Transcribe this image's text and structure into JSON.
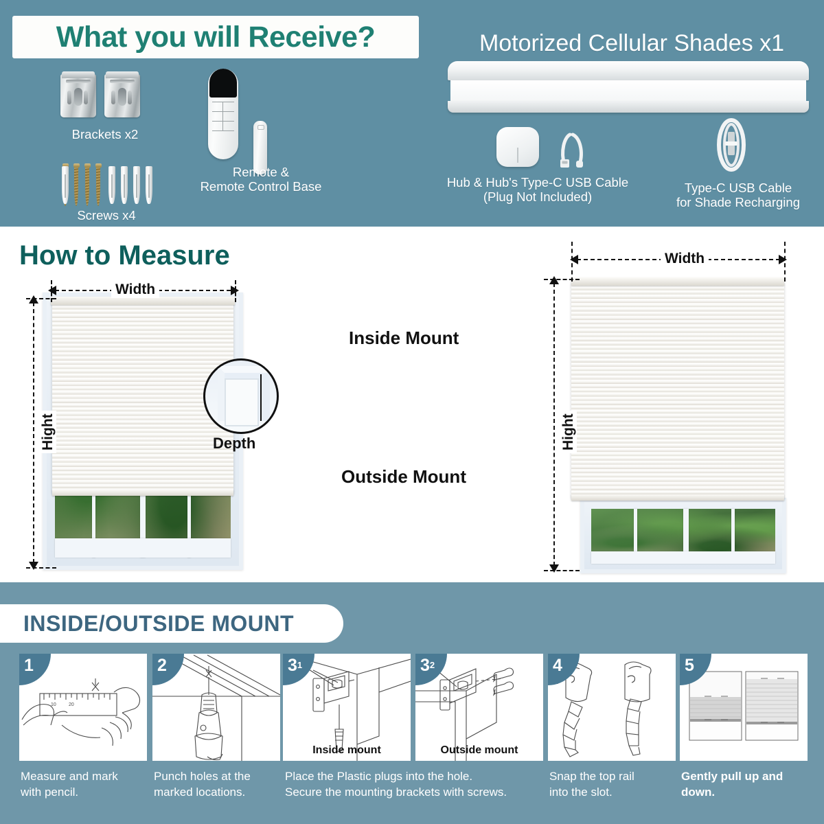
{
  "colors": {
    "teal_bg": "#5f8fa3",
    "steps_bg": "#6f97a9",
    "title_green": "#1f8073",
    "measure_heading": "#0e5f5c",
    "steps_heading": "#3d6680",
    "badge": "#4a7a94",
    "white": "#ffffff"
  },
  "receive": {
    "title": "What you will Receive?",
    "shades_title": "Motorized Cellular Shades x1",
    "items": [
      {
        "key": "brackets",
        "caption": "Brackets x2"
      },
      {
        "key": "screws",
        "caption": "Screws x4"
      },
      {
        "key": "remote",
        "caption": "Remote &\nRemote Control Base"
      },
      {
        "key": "hub",
        "caption": "Hub & Hub's Type-C USB Cable\n(Plug Not Included)"
      },
      {
        "key": "recharge",
        "caption": "Type-C USB Cable\nfor Shade Recharging"
      }
    ],
    "brackets_caption": "Brackets x2",
    "screws_caption": "Screws x4",
    "remote_caption_line1": "Remote &",
    "remote_caption_line2": "Remote Control Base",
    "hub_caption_line1": "Hub & Hub's Type-C USB Cable",
    "hub_caption_line2": "(Plug Not Included)",
    "recharge_caption_line1": "Type-C USB Cable",
    "recharge_caption_line2": "for Shade Recharging"
  },
  "measure": {
    "title": "How to Measure",
    "inside_mount_label": "Inside Mount",
    "outside_mount_label": "Outside Mount",
    "depth_label": "Depth",
    "left_diagram": {
      "width_label": "Width",
      "height_label": "Hight"
    },
    "right_diagram": {
      "width_label": "Width",
      "height_label": "Hight"
    }
  },
  "steps": {
    "title": "INSIDE/OUTSIDE MOUNT",
    "panels": [
      {
        "number": "1",
        "sub": "",
        "inline_label": ""
      },
      {
        "number": "2",
        "sub": "",
        "inline_label": ""
      },
      {
        "number": "3",
        "sub": "1",
        "inline_label": "Inside mount"
      },
      {
        "number": "3",
        "sub": "2",
        "inline_label": "Outside mount"
      },
      {
        "number": "4",
        "sub": "",
        "inline_label": ""
      },
      {
        "number": "5",
        "sub": "",
        "inline_label": ""
      }
    ],
    "captions": [
      {
        "line1": "Measure and mark",
        "line2": "with pencil."
      },
      {
        "line1": "Punch holes at the",
        "line2": "marked locations."
      },
      {
        "line1": "Place the Plastic plugs into the hole.",
        "line2": "Secure the mounting brackets with screws."
      },
      {
        "line1": "Snap the top rail",
        "line2": "into the slot."
      },
      {
        "line1": "Gently pull up and",
        "line2": "down."
      }
    ],
    "ruler_ticks": [
      "10",
      "20"
    ]
  }
}
